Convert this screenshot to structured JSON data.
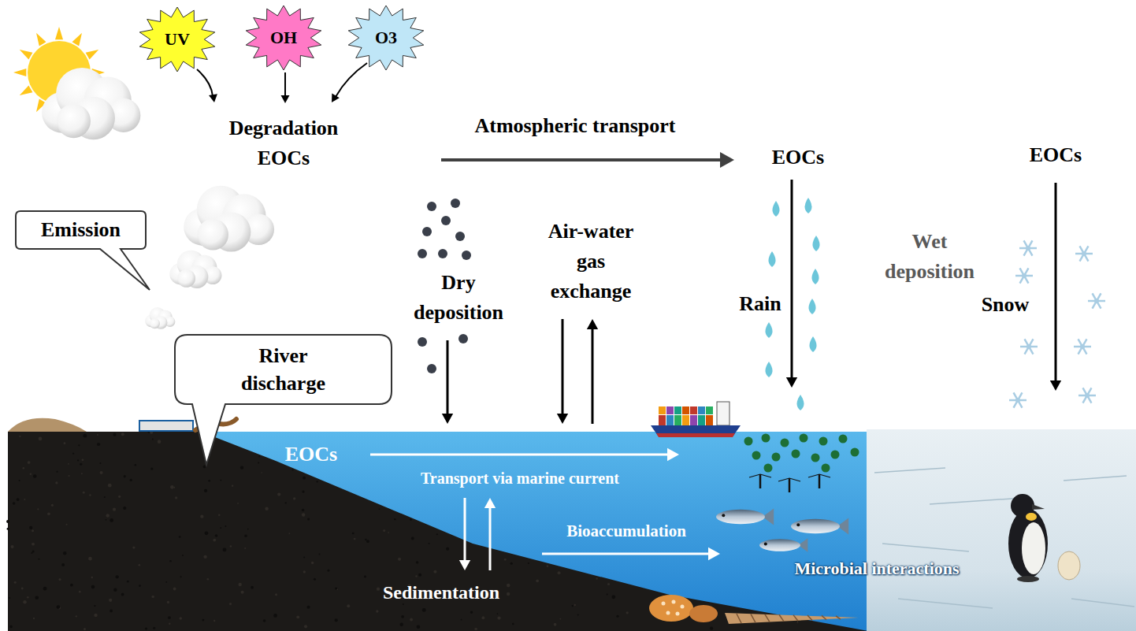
{
  "diagram": {
    "nodes": [
      {
        "text": [
          "UV"
        ]
      },
      {
        "text": [
          "OH"
        ]
      },
      {
        "text": [
          "O3"
        ]
      },
      {
        "text": [
          "Emission"
        ]
      },
      {
        "text": [
          "River discharge"
        ]
      }
    ],
    "labels": [
      "Degradation EOCs",
      "Atmospheric transport",
      "Dry deposition",
      "Air-water gas exchange",
      "EOCs",
      "Rain",
      "Wet deposition",
      "EOCs",
      "Snow",
      "EOCs",
      "Transport via marine current",
      "Sedimentation",
      "Bioaccumulation",
      "Microbial interactions"
    ]
  }
}
